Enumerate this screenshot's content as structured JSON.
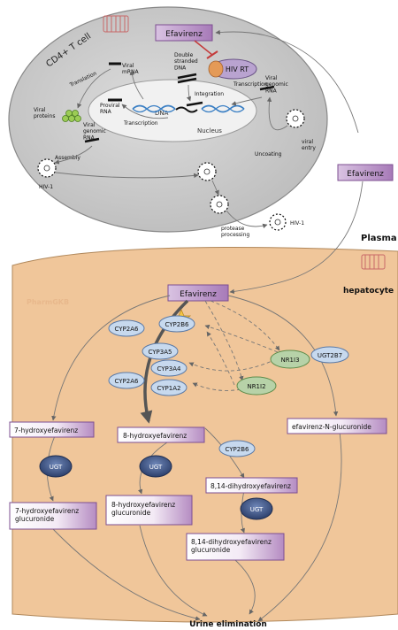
{
  "cell": {
    "title": "CD4+ T cell",
    "hiv_rt": "HIV RT",
    "nucleus": "Nucleus",
    "dna": "DNA",
    "labels": {
      "viral_mrna": "Viral\nmRNA",
      "translation": "Translation",
      "viral_proteins": "Viral\nproteins",
      "viral_genomic_rna_left": "Viral\ngenomic\nRNA",
      "proviral_rna": "Proviral\nRNA",
      "transcription_inner": "Transcription",
      "double_stranded_dna": "Double\nstranded\nDNA",
      "integration": "Integration",
      "transcription_right": "Transcription",
      "viral_genomic_rna_right": "Viral\ngenomic\nRNA",
      "assembly": "Assembly",
      "hiv1_left": "HIV-1",
      "uncoating": "Uncoating",
      "viral_entry": "viral\nentry",
      "protease_processing": "protease\nprocessing",
      "hiv1_right": "HIV-1"
    }
  },
  "plasma": "Plasma",
  "hepatocyte": "hepatocyte",
  "watermark": "PharmGKB",
  "drug": "Efavirenz",
  "enzymes": {
    "cyp2a6_top": "CYP2A6",
    "cyp2b6_top": "CYP2B6",
    "cyp3a5": "CYP3A5",
    "cyp3a4": "CYP3A4",
    "cyp2a6_mid": "CYP2A6",
    "cyp1a2": "CYP1A2",
    "nr1i3": "NR1I3",
    "nr1i2": "NR1I2",
    "ugt2b7": "UGT2B7",
    "cyp2b6_low": "CYP2B6",
    "ugt_1": "UGT",
    "ugt_2": "UGT",
    "ugt_3": "UGT"
  },
  "metabolites": {
    "hydroxy7": "7-hydroxyefavirenz",
    "hydroxy8": "8-hydroxyefavirenz",
    "glucuronide_n": "efavirenz-N-glucuronide",
    "dihydroxy": "8,14-dihydroxyefavirenz",
    "gluc7": "7-hydroxyefavirenz\nglucuronide",
    "gluc8": "8-hydroxyefavirenz\nglucuronide",
    "gluc814": "8,14-dihydroxyefavirenz\nglucuronide"
  },
  "elimination": "Urine elimination",
  "colors": {
    "cell_fill": "#d4d4d4",
    "hepatocyte_fill": "#f0c69a",
    "drug_box": "#b58cc2",
    "enzyme_blue": "#c7d9ee",
    "receptor_green": "#b7d2a8"
  }
}
